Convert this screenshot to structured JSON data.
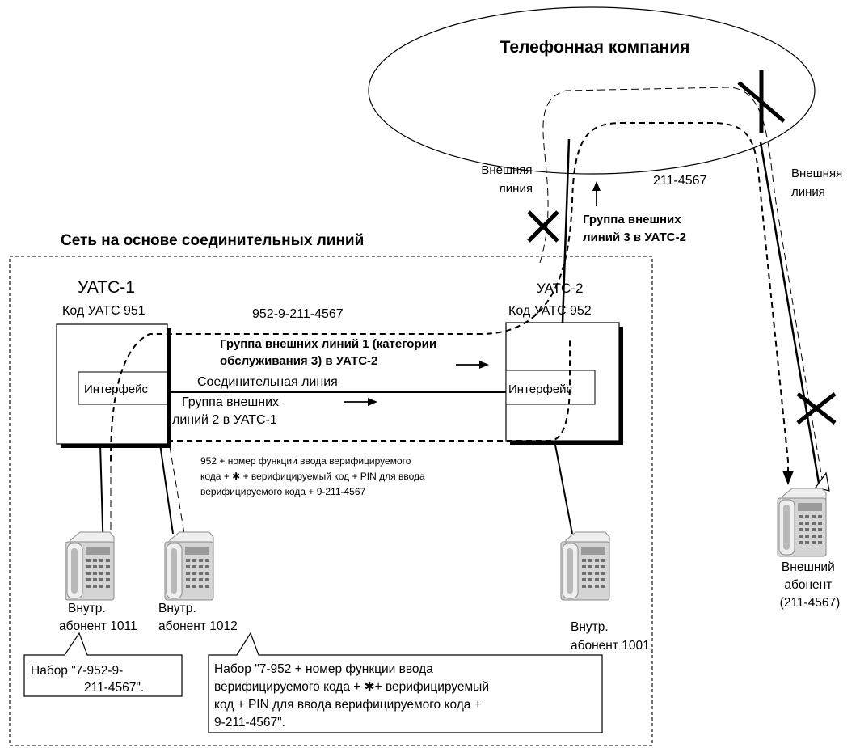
{
  "telco": {
    "name": "Телефонная компания"
  },
  "network": {
    "title": "Сеть на основе соединительных линий"
  },
  "pbx1": {
    "name": "УАТС-1",
    "code": "Код УАТС 951",
    "interface": "Интерфейс"
  },
  "pbx2": {
    "name": "УАТС-2",
    "code": "Код УАТС 952",
    "interface": "Интерфейс"
  },
  "lines": {
    "external_line_left": [
      "Внешняя",
      "линия"
    ],
    "external_line_right": [
      "Внешняя",
      "линия"
    ],
    "number_211": "211-4567",
    "trunk_group3": [
      "Группа внешних",
      "линий 3  в УАТС-2"
    ],
    "dial_route": "952-9-211-4567",
    "trunk_group1": [
      "Группа внешних линий 1 (категории",
      "обслуживания 3)  в УАТС-2"
    ],
    "tie_line": "Соединительная линия",
    "trunk_group2": [
      "Группа внешних",
      "линий 2 в УАТС-1"
    ],
    "sent_digits": [
      "952 + номер функции ввода верифицируемого",
      "кода + ✱ + верифицируемый код + PIN для ввода",
      "верифицируемого кода + 9-211-4567"
    ]
  },
  "extensions": {
    "ext1011": [
      "Внутр.",
      "абонент 1011"
    ],
    "ext1012": [
      "Внутр.",
      "абонент 1012"
    ],
    "ext1001": [
      "Внутр.",
      "абонент 1001"
    ],
    "outside": [
      "Внешний",
      "абонент",
      "(211-4567)"
    ]
  },
  "callouts": {
    "dial1": [
      "Набор \"7-952-9-",
      "211-4567\"."
    ],
    "dial2": [
      "Набор \"7-952 + номер функции ввода",
      "верифицируемого кода + ✱+ верифицируемый",
      "код + PIN для ввода верифицируемого кода +",
      "9-211-4567\"."
    ]
  },
  "colors": {
    "line": "#000000",
    "phone_body": "#c8c8c8",
    "phone_dark": "#8a8a8a",
    "phone_light": "#eeeeee"
  },
  "icons": [
    "desk-phone-icon",
    "blocked-x-icon",
    "direction-arrow-icon"
  ]
}
